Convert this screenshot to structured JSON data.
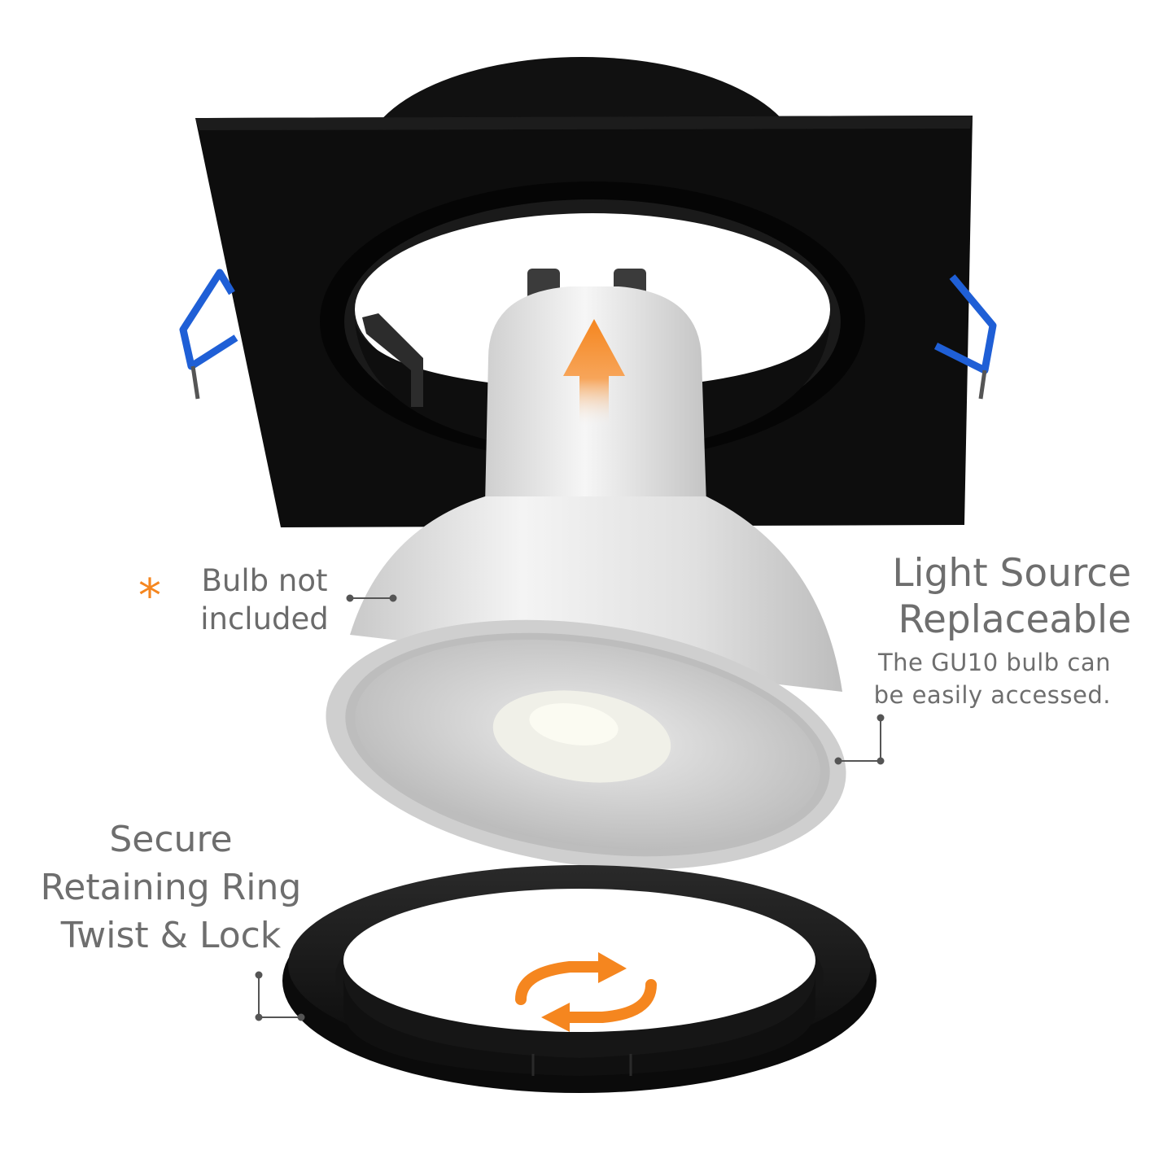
{
  "labels": {
    "bulb_note_line1": "Bulb not",
    "bulb_note_line2": "included",
    "asterisk": "*",
    "light_title_line1": "Light Source",
    "light_title_line2": "Replaceable",
    "light_sub_line1": "The GU10 bulb can",
    "light_sub_line2": "be easily accessed.",
    "ring_line1": "Secure",
    "ring_line2": "Retaining Ring",
    "ring_line3": "Twist & Lock"
  },
  "colors": {
    "fixture": "#0b0b0b",
    "spring_clip": "#1f5fd6",
    "accent_orange": "#f5861f",
    "bulb_body": "#d8d8d8",
    "text_gray": "#6b6b6b"
  },
  "icons": [
    "up-arrow-icon",
    "twist-rotate-icon",
    "asterisk-icon"
  ]
}
